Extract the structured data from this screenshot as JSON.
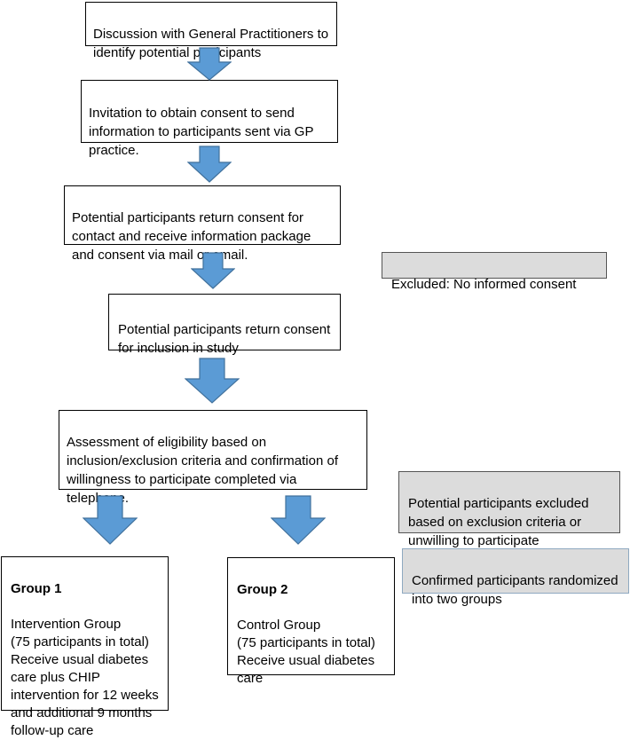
{
  "steps": {
    "s1": "Discussion with General Practitioners to identify potential participants",
    "s2": "Invitation to obtain consent to send information to participants sent via GP practice.",
    "s3": "Potential participants return consent for contact and receive information package and consent via mail or email.",
    "s4": "Potential participants return consent for inclusion in study",
    "s5": "Assessment of eligibility based on inclusion/exclusion criteria and confirmation of willingness to participate completed via telephone."
  },
  "side_notes": {
    "excluded_consent": "Excluded: No informed consent",
    "excluded_criteria": "Potential participants excluded based on exclusion criteria or unwilling to participate",
    "randomized": "Confirmed participants randomized into two groups"
  },
  "groups": {
    "g1_title": "Group 1",
    "g1_body": "Intervention Group\n (75 participants in total)\nReceive usual diabetes care plus CHIP intervention for 12 weeks and additional 9 months follow-up care",
    "g2_title": "Group 2",
    "g2_body": "Control Group\n(75 participants in total)\nReceive usual diabetes care"
  },
  "colors": {
    "arrow_fill": "#5b9bd5",
    "arrow_stroke": "#41719c",
    "note_fill": "#dcdcdc"
  }
}
